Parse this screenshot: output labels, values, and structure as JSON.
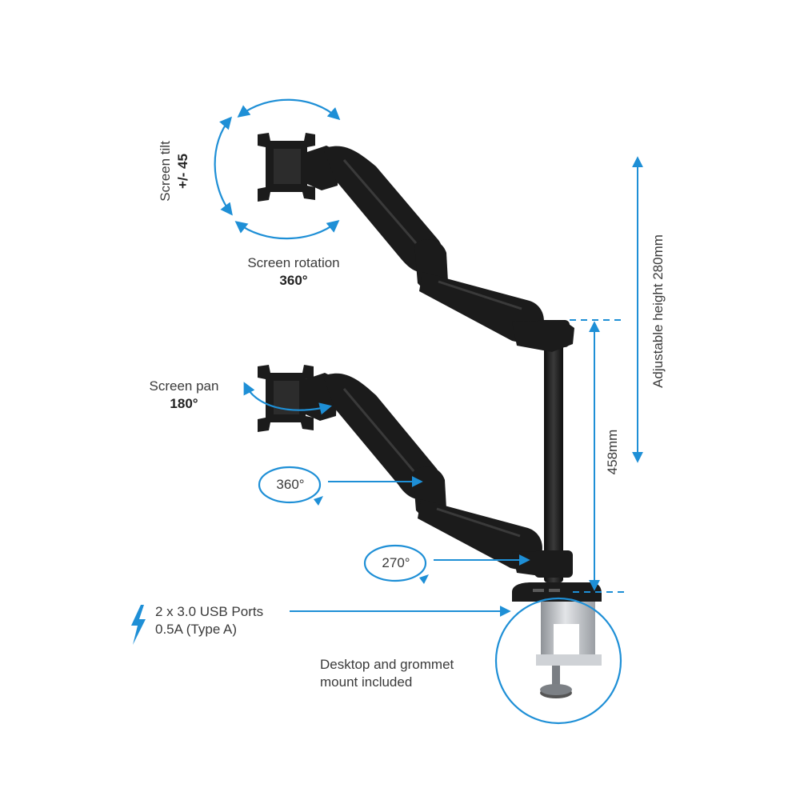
{
  "colors": {
    "accent": "#1e8fd6",
    "arm": "#1b1b1b",
    "arm_highlight": "#3a3a3a",
    "clamp_metal": "#b9bcc0",
    "text": "#3a3a3a"
  },
  "labels": {
    "screen_tilt": {
      "line1": "Screen tilt",
      "line2": "+/- 45"
    },
    "screen_rotation": {
      "line1": "Screen rotation",
      "line2": "360°"
    },
    "screen_pan": {
      "line1": "Screen pan",
      "line2": "180°"
    },
    "arm_joint_rotation": "360°",
    "base_joint_rotation": "270°",
    "usb": {
      "line1": "2 x 3.0 USB Ports",
      "line2": "0.5A (Type A)"
    },
    "mount": {
      "line1": "Desktop and grommet",
      "line2": "mount included"
    },
    "pole_height": "458mm",
    "adjustable_height": "Adjustable height 280mm"
  },
  "icons": {
    "usb": "lightning-bolt-icon"
  }
}
